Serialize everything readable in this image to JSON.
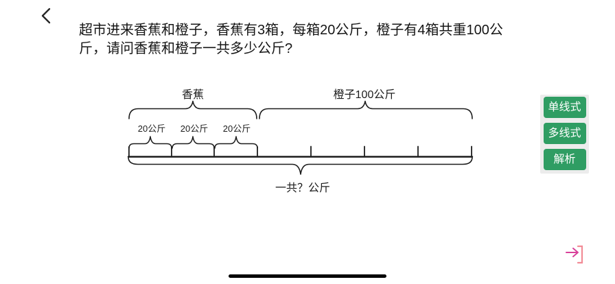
{
  "question": {
    "text": "超市进来香蕉和橙子，香蕉有3箱，每箱20公斤，橙子有4箱共重100公斤，请问香蕉和橙子一共多少公斤?"
  },
  "diagram": {
    "banana_label": "香蕉",
    "orange_label": "橙子100公斤",
    "unit_labels": [
      "20公斤",
      "20公斤",
      "20公斤"
    ],
    "total_label": "一共？公斤",
    "banana_boxes": 3,
    "orange_boxes": 4,
    "stroke_color": "#1c1c1c"
  },
  "side_buttons": [
    {
      "label": "单线式"
    },
    {
      "label": "多线式"
    },
    {
      "label": "解析"
    }
  ],
  "colors": {
    "button_bg": "#2f9d63",
    "button_text": "#ffffff",
    "button_panel_bg": "#ececec",
    "back_chevron": "#262626",
    "exit_arrow": "#d8409a",
    "exit_bracket": "#f28b96",
    "home_indicator": "#000000"
  }
}
